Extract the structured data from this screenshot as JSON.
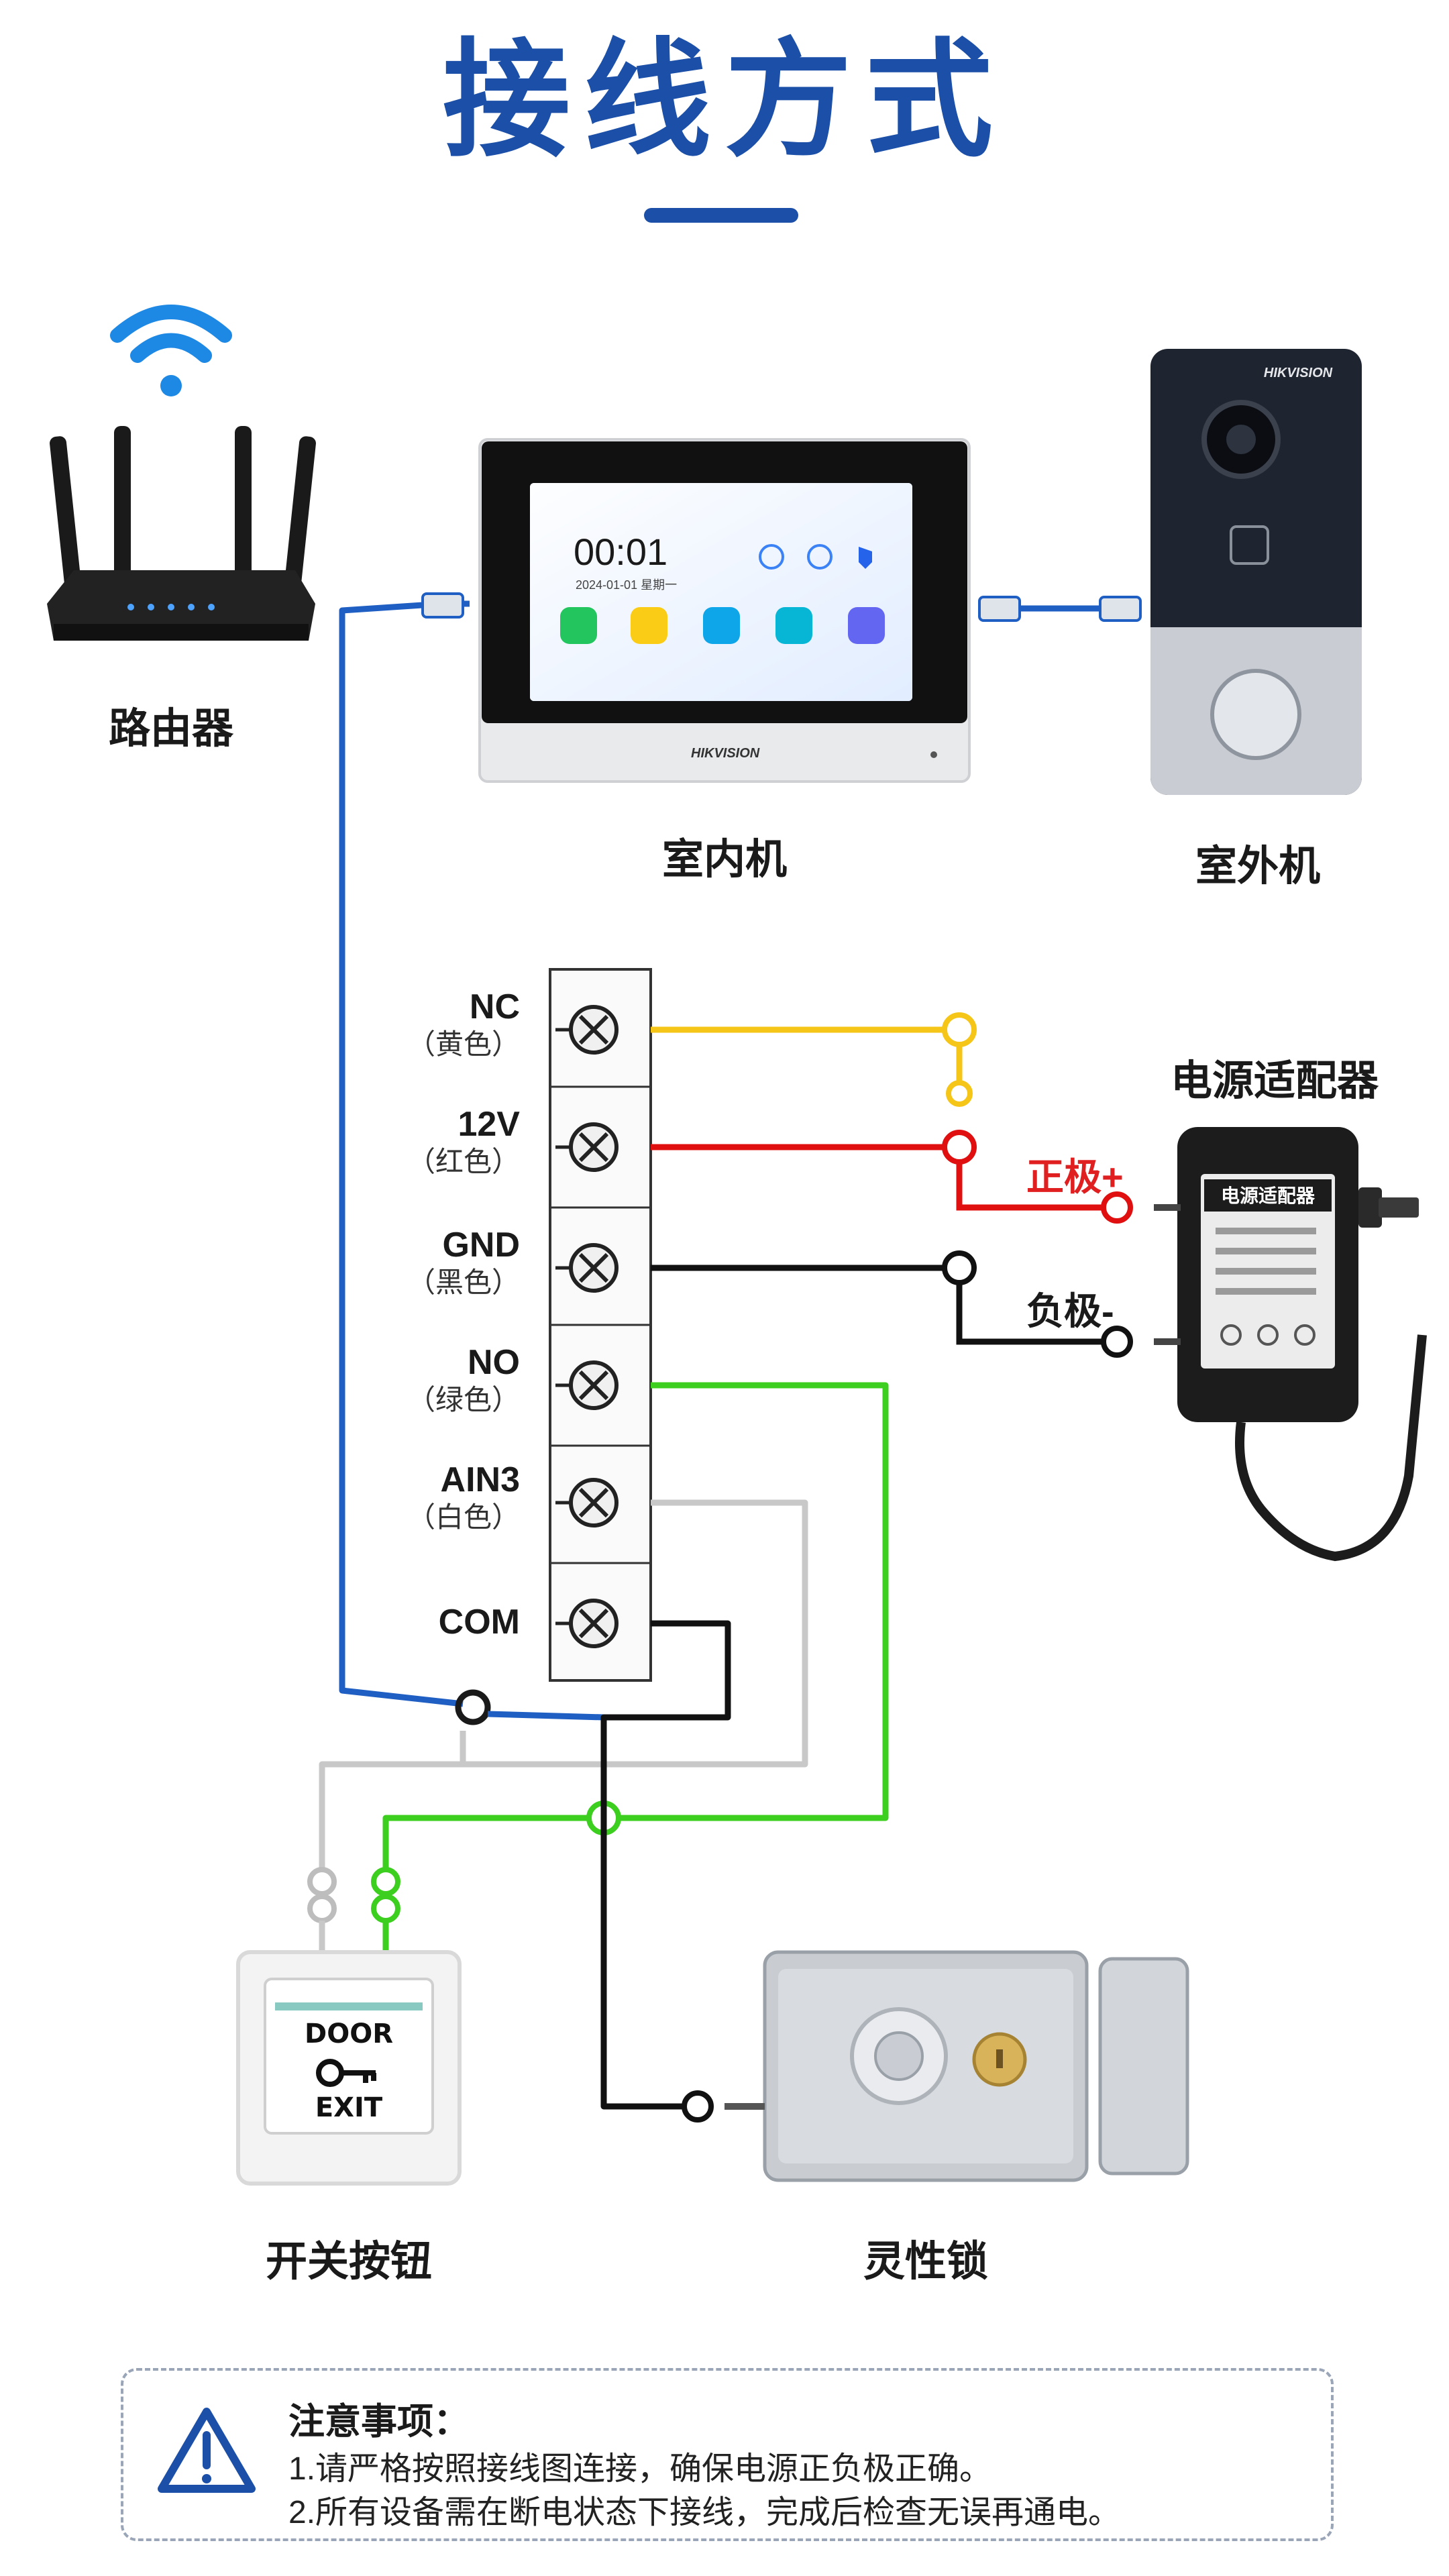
{
  "title": "接线方式",
  "devices": {
    "router": "路由器",
    "indoor": "室内机",
    "outdoor": "室外机",
    "adapter": "电源适配器",
    "button": "开关按钮",
    "lock": "灵性锁"
  },
  "screen": {
    "time": "00:01",
    "date": "2024-01-01  星期一"
  },
  "brand": "HIKVISION",
  "terminals": [
    {
      "name": "NC",
      "sub": "（黄色）",
      "color": "#f5c518"
    },
    {
      "name": "12V",
      "sub": "（红色）",
      "color": "#e01010"
    },
    {
      "name": "GND",
      "sub": "（黑色）",
      "color": "#111111"
    },
    {
      "name": "NO",
      "sub": "（绿色）",
      "color": "#3ccf1f"
    },
    {
      "name": "AIN3",
      "sub": "（白色）",
      "color": "#c8c8c8"
    },
    {
      "name": "COM",
      "sub": "",
      "color": "#111111"
    }
  ],
  "power_labels": {
    "positive": "正极+",
    "negative": "负极-"
  },
  "adapter_sticker": "电源适配器",
  "button_face": {
    "top": "DOOR",
    "bottom": "EXIT"
  },
  "notice": {
    "title": "注意事项：",
    "lines": [
      "1.请严格按照接线图连接，确保电源正负极正确。",
      "2.所有设备需在断电状态下接线，完成后检查无误再通电。"
    ]
  },
  "colors": {
    "title_blue": "#1b4fa8",
    "cable_blue": "#1f5fc4"
  }
}
